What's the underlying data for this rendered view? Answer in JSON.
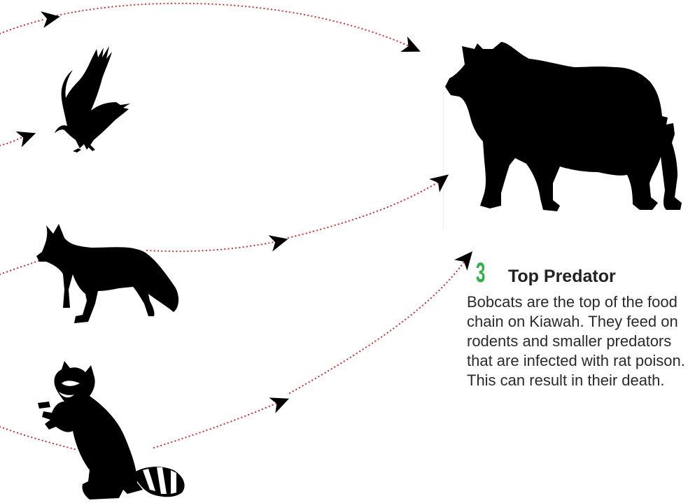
{
  "step": {
    "number": "3",
    "title": "Top Predator"
  },
  "description": "Bobcats are the top of the food chain on Kiawah. They feed on rodents and smaller predators that are infected with rat poison. This can result in their death.",
  "colors": {
    "accent": "#2db24a",
    "path": "#d32f2f",
    "silhouette": "#000000"
  },
  "animals": [
    "bobcat-icon",
    "hawk-icon",
    "fox-icon",
    "raccoon-icon"
  ]
}
